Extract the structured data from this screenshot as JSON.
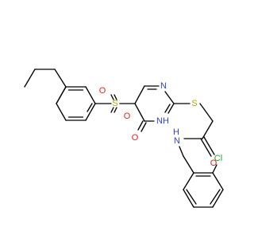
{
  "molecule": {
    "atoms": {
      "S_sulfonyl": {
        "label": "S",
        "color": "#b8a300"
      },
      "O_sulfonyl_left": {
        "label": "O",
        "color": "#e31f1f"
      },
      "O_sulfonyl_right": {
        "label": "O",
        "color": "#e31f1f"
      },
      "N_ring_top": {
        "label": "N",
        "color": "#2f3fd1"
      },
      "N_ring_nh": {
        "label": "NH",
        "color": "#2f3fd1"
      },
      "O_oxo": {
        "label": "O",
        "color": "#e31f1f"
      },
      "S_thio": {
        "label": "S",
        "color": "#b8a300"
      },
      "O_amide": {
        "label": "O",
        "color": "#e31f1f"
      },
      "N_amide": {
        "label": "N",
        "color": "#2f3fd1"
      },
      "H_amide": {
        "label": "H",
        "color": "#2f3fd1"
      },
      "Cl": {
        "label": "Cl",
        "color": "#1ea51e"
      }
    }
  }
}
